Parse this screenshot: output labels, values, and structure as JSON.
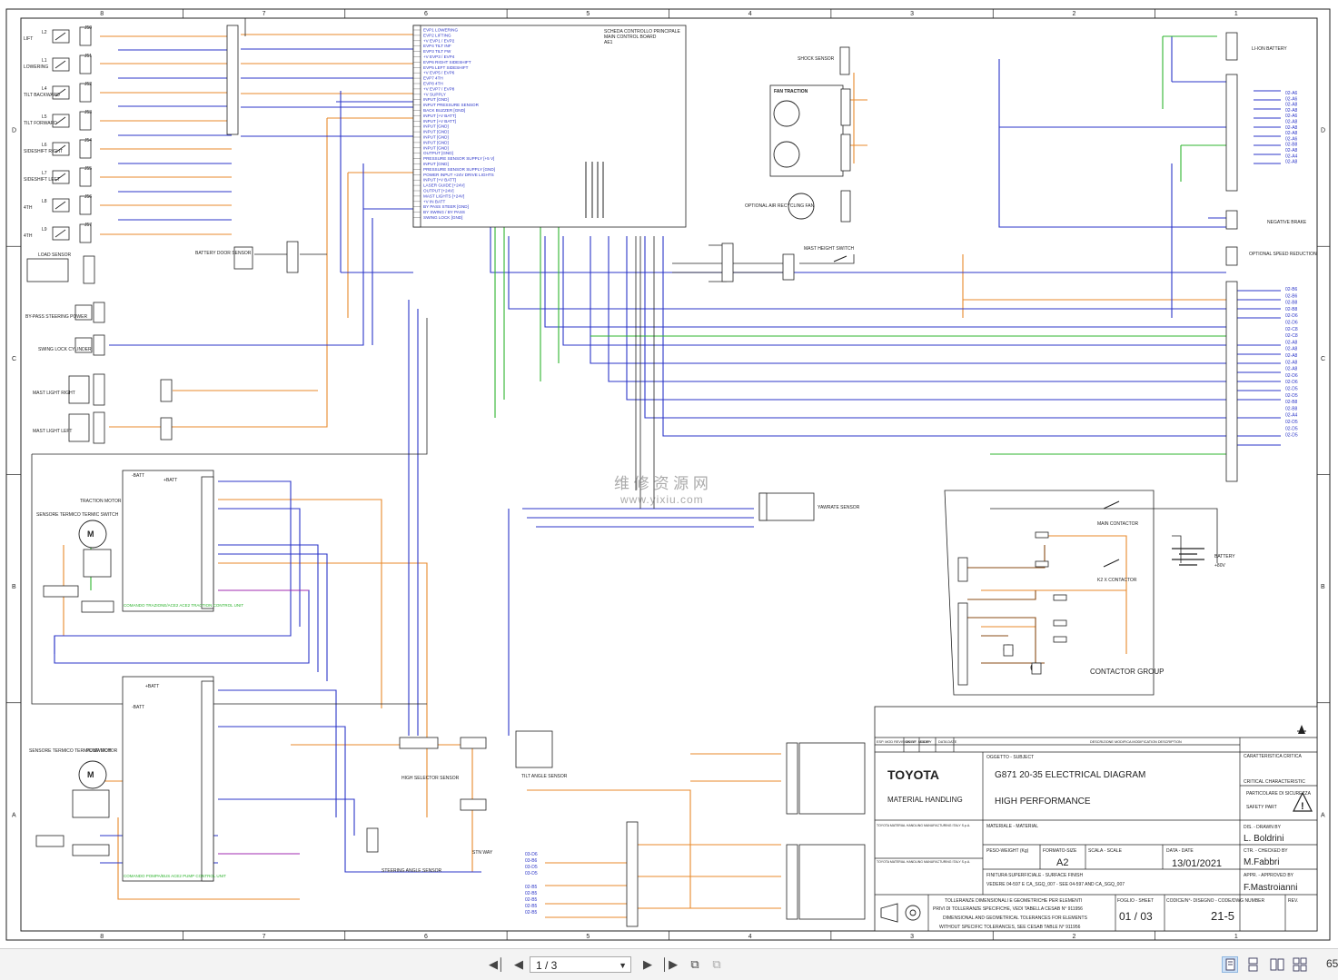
{
  "viewer": {
    "page_current": "1 / 3",
    "zoom": "65",
    "watermark_cn": "维 修 资 源 网",
    "watermark_url": "www.yixiu.com"
  },
  "grid": {
    "columns": [
      "8",
      "7",
      "6",
      "5",
      "4",
      "3",
      "2",
      "1"
    ],
    "rows": [
      "D",
      "C",
      "B",
      "A"
    ]
  },
  "title_block": {
    "brand": "TOYOTA",
    "brand_sub": "MATERIAL HANDLING",
    "subject_label": "OGGETTO - SUBJECT",
    "title_line1": "G871 20-35 ELECTRICAL DIAGRAM",
    "title_line2": "HIGH PERFORMANCE",
    "material_label": "MATERIALE - MATERIAL",
    "weight_label": "PESO-WEIGHT (Kg)",
    "format_label": "FORMATO-SIZE",
    "format_value": "A2",
    "scale_label": "SCALA - SCALE",
    "date_label": "DATA - DATE",
    "date_value": "13/01/2021",
    "finish_label": "FINITURA SUPERFICIALE - SURFACE FINISH",
    "see_note": "VEDERE 04-597 E CA_SGQ_007 - SEE 04-597 AND CA_SGQ_007",
    "drawn_label": "DIS. - DRAWN BY",
    "drawn_value": "L. Boldrini",
    "checked_label": "CTR. - CHECKED BY",
    "checked_value": "M.Fabbri",
    "approved_label": "APPR. - APPROVED BY",
    "approved_value": "F.Mastroianni",
    "sheet_label": "FOGLIO - SHEET",
    "sheet_value": "01 / 03",
    "code_label": "CODICE/N°- DISEGNO - CODE/DWG NUMBER",
    "code_value": "21-5",
    "rev_label": "REV.",
    "critical_label": "CARATTERISTICA CRITICA",
    "critical_label_en": "CRITICAL CHARACTERISTIC",
    "safety_it": "PARTICOLARE DI SICUREZZA",
    "safety_en": "SAFETY PART",
    "rev_cols": [
      "ESP. MOD REVISION N°",
      "MODIF. MODIFY",
      "DA BY",
      "DATA DATE",
      "DESCRIZIONE MODIFICA MODIFICATION DESCRIPTION"
    ],
    "tol_it": "TOLLERANZE DIMENSIONALI E GEOMETRICHE PER ELEMENTI",
    "tol_it2": "PRIVI DI TOLLERANZE SPECIFICHE, VEDI TABELLA CESAB N° 911956",
    "tol_en": "DIMENSIONAL AND GEOMETRICAL TOLERANCES FOR ELEMENTS",
    "tol_en2": "WITHOUT SPECIFIC TOLERANCES, SEE CESAB TABLE N° 911956",
    "legal": "TOYOTA MATERIAL HANDLING MANUFACTURING ITALY S.p.A."
  },
  "labels": {
    "main_board_it": "SCHEDA CONTROLLO PRINCIPALE",
    "main_board_en": "MAIN CONTROL BOARD",
    "main_board_ref": "AE1",
    "shock_sensor": "SHOCK SENSOR",
    "fan_traction": "FAN TRACTION",
    "optional_fan": "OPTIONAL AIR RECYCLING FAN",
    "mast_height_switch": "MAST HEIGHT SWITCH",
    "battery_door": "BATTERY DOOR SENSOR",
    "lion_battery": "LI-ION BATTERY",
    "negative_brake": "NEGATIVE BRAKE",
    "optional_speed": "OPTIONAL SPEED REDUCTION",
    "traction_motor": "TRACTION MOTOR",
    "pump_motor": "PUMP MOTOR",
    "sensore_termico": "SENSORE TERMICO TERMIC SWITCH",
    "yaw_sensor": "YAWRATE SENSOR",
    "main_contactor": "MAIN CONTACTOR",
    "k2_contactor": "K2 X CONTACTOR",
    "battery": "BATTERY",
    "battery_v": "+80V",
    "contactor_group": "CONTACTOR GROUP",
    "high_selector": "HIGH SELECTOR SENSOR",
    "tilt_sensor": "TILT ANGLE SENSOR",
    "steering_sensor": "STEERING ANGLE SENSOR",
    "stn_way": "STN WAY",
    "load_sensor": "LOAD SENSOR",
    "bypass": "BY-PASS STEERING POWER",
    "swing_lock": "SWING LOCK CYLINDER",
    "mast_light_r": "MAST LIGHT RIGHT",
    "mast_light_l": "MAST LIGHT LEFT",
    "traction_unit": "COMANDO TRAZIONE/ACE2 ACE2 TRACTION CONTROL UNIT",
    "pump_unit": "COMANDO POMPA/BUS ACE2 PUMP CONTROL UNIT",
    "neg_batt": "-BATT",
    "pos_batt": "+BATT"
  },
  "left_coils": [
    {
      "id": "L2",
      "name": "LIFT",
      "conn": "J50"
    },
    {
      "id": "L1",
      "name": "LOWERING",
      "conn": "J51"
    },
    {
      "id": "L4",
      "name": "TILT BACKWARD",
      "conn": "J52"
    },
    {
      "id": "L5",
      "name": "TILT FORWARD",
      "conn": "J53"
    },
    {
      "id": "L6",
      "name": "SIDESHIFT RIGHT",
      "conn": "J54"
    },
    {
      "id": "L7",
      "name": "SIDESHIFT LEFT",
      "conn": "J55"
    },
    {
      "id": "L8",
      "name": "4TH",
      "conn": "J56"
    },
    {
      "id": "L9",
      "name": "4TH",
      "conn": "J57"
    }
  ],
  "board_pins": [
    "EVP1 LOWERING",
    "EVP2 LIFTING",
    "+V EVP1 / EVP2",
    "EVP4 TILT INF",
    "EVP3 TILT FW",
    "+V EVP3 / EVP4",
    "EVP6 RIGHT SIDESHIFT",
    "EVP5 LEFT SIDESHIFT",
    "+V EVP5 / EVP6",
    "EVP7 4TH",
    "EVP8 4TH",
    "+V EVP7 / EVP8",
    "+V SUPPLY",
    "INPUT [GND]",
    "INPUT PRESSURE SENSOR",
    "BACK BUZZER [GND]",
    "INPUT [+V BATT]",
    "INPUT [+V BATT]",
    "INPUT [GND]",
    "INPUT [GND]",
    "INPUT [GND]",
    "INPUT [GND]",
    "INPUT [GND]",
    "OUTPUT [GND]",
    "PRESSURE SENSOR SUPPLY [+5 V]",
    "INPUT [GND]",
    "PRESSURE SENSOR SUPPLY [GND]",
    "POWER INPUT +24V DRIVE LIGHTS",
    "INPUT [+V BATT]",
    "LASER GUIDE [+24V]",
    "OUTPUT [+24V]",
    "MAST LIGHTS [+24V]",
    "+V IN BATT",
    "BY PASS STEER [GND]",
    "BY SWING / BY PASS",
    "SWING LOCK [GND]"
  ],
  "right_outputs": [
    "02-A6",
    "02-A6",
    "02-A8",
    "02-A8",
    "02-A6",
    "02-A8",
    "02-A8",
    "02-A8",
    "02-A6",
    "02-B8",
    "02-A8",
    "02-A4",
    "02-A8"
  ],
  "right_outputs2": [
    "02-B6",
    "02-B6",
    "02-B8",
    "02-B8",
    "02-D6",
    "02-D6",
    "02-C8",
    "02-C8",
    "02-A8",
    "02-A8",
    "02-A8",
    "02-A8",
    "02-A8",
    "02-D6",
    "02-D6",
    "02-D5",
    "02-D5",
    "02-B8",
    "02-B8",
    "02-A4",
    "02-D5",
    "02-D5",
    "02-D5"
  ],
  "bottom_refs": [
    "03-D6",
    "03-B6",
    "03-D5",
    "03-D5",
    "02-B5",
    "02-B5",
    "02-B5",
    "02-B5",
    "02-B5"
  ]
}
